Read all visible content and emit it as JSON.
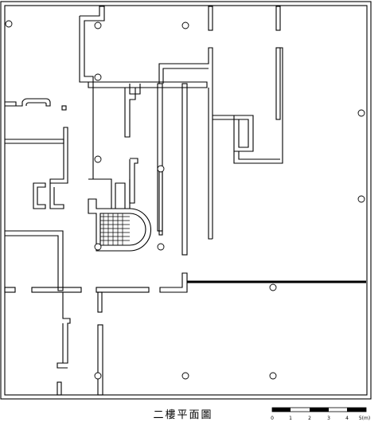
{
  "plan": {
    "title": "二樓平面圖"
  },
  "scale_bar": {
    "labels": [
      "0",
      "1",
      "2",
      "3",
      "4",
      "5(m)"
    ]
  }
}
